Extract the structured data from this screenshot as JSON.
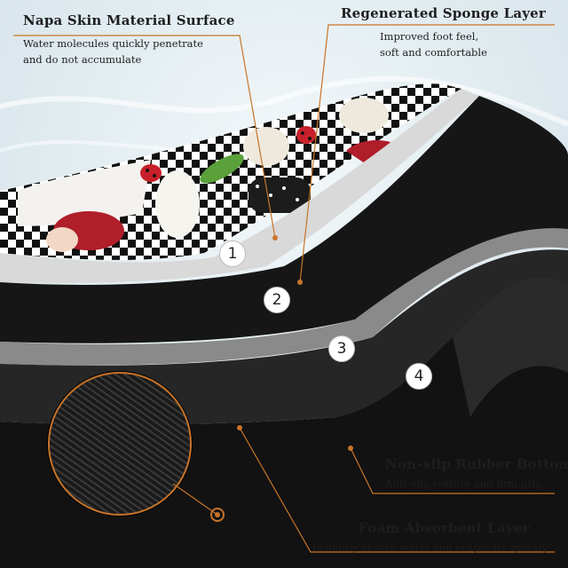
{
  "callouts": {
    "napa": {
      "title": "Napa Skin Material Surface",
      "desc": [
        "Water molecules quickly penetrate",
        "and do not accumulate"
      ]
    },
    "sponge": {
      "title": "Regenerated Sponge Layer",
      "desc": [
        "Improved foot feel,",
        "soft and comfortable"
      ]
    },
    "rubber": {
      "title": "Non–slip Rubber Bottom",
      "desc": [
        "Anti–silp texture and firm grip"
      ]
    },
    "foam": {
      "title": "Foam Absorbent Layer",
      "desc": [
        "Instantly absorb water and evaporate quickly"
      ]
    }
  },
  "layers": [
    {
      "number": "1"
    },
    {
      "number": "2"
    },
    {
      "number": "3"
    },
    {
      "number": "4"
    }
  ],
  "colors": {
    "leader_line": "#c8742a",
    "layer_black": "#141414",
    "layer_gray": "#7c7c7c",
    "water": "#dde9ee"
  },
  "icons": [
    "ladybug-icon",
    "garlic-icon",
    "gnome-icon",
    "texture-zoom-icon"
  ]
}
